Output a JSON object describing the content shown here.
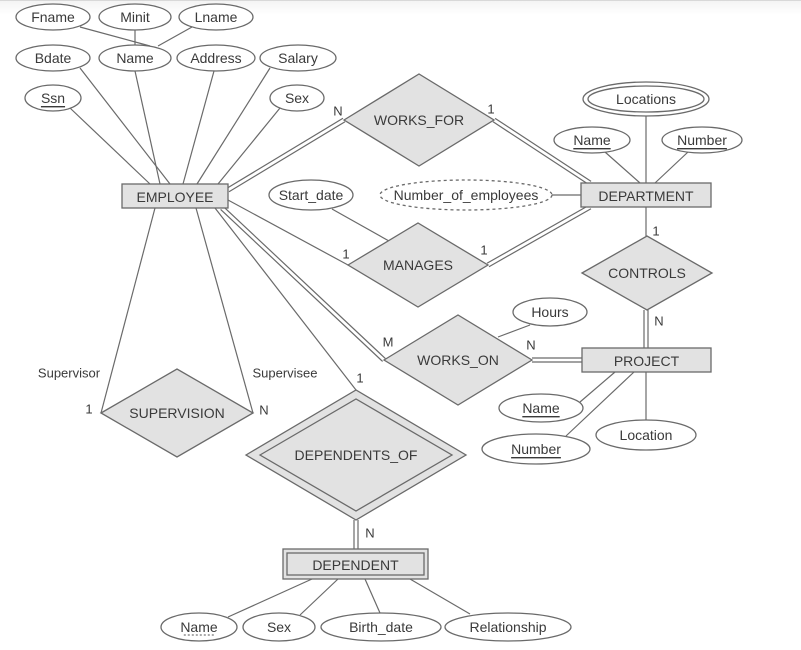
{
  "diagram": {
    "entities": [
      {
        "id": "employee",
        "label": "EMPLOYEE",
        "weak": false
      },
      {
        "id": "department",
        "label": "DEPARTMENT",
        "weak": false
      },
      {
        "id": "project",
        "label": "PROJECT",
        "weak": false
      },
      {
        "id": "dependent",
        "label": "DEPENDENT",
        "weak": true
      }
    ],
    "relationships": [
      {
        "id": "works_for",
        "label": "WORKS_FOR",
        "identifying": false
      },
      {
        "id": "manages",
        "label": "MANAGES",
        "identifying": false
      },
      {
        "id": "works_on",
        "label": "WORKS_ON",
        "identifying": false
      },
      {
        "id": "controls",
        "label": "CONTROLS",
        "identifying": false
      },
      {
        "id": "supervision",
        "label": "SUPERVISION",
        "identifying": false
      },
      {
        "id": "dependents_of",
        "label": "DEPENDENTS_OF",
        "identifying": true
      }
    ],
    "attributes": [
      {
        "id": "emp_fname",
        "label": "Fname",
        "owner": "emp_name",
        "kind": "simple"
      },
      {
        "id": "emp_minit",
        "label": "Minit",
        "owner": "emp_name",
        "kind": "simple"
      },
      {
        "id": "emp_lname",
        "label": "Lname",
        "owner": "emp_name",
        "kind": "simple"
      },
      {
        "id": "emp_bdate",
        "label": "Bdate",
        "owner": "employee",
        "kind": "simple"
      },
      {
        "id": "emp_name",
        "label": "Name",
        "owner": "employee",
        "kind": "composite"
      },
      {
        "id": "emp_address",
        "label": "Address",
        "owner": "employee",
        "kind": "simple"
      },
      {
        "id": "emp_salary",
        "label": "Salary",
        "owner": "employee",
        "kind": "simple"
      },
      {
        "id": "emp_ssn",
        "label": "Ssn",
        "owner": "employee",
        "kind": "key"
      },
      {
        "id": "emp_sex",
        "label": "Sex",
        "owner": "employee",
        "kind": "simple"
      },
      {
        "id": "dept_locations",
        "label": "Locations",
        "owner": "department",
        "kind": "multivalued"
      },
      {
        "id": "dept_name",
        "label": "Name",
        "owner": "department",
        "kind": "key"
      },
      {
        "id": "dept_number",
        "label": "Number",
        "owner": "department",
        "kind": "key"
      },
      {
        "id": "dept_num_emp",
        "label": "Number_of_employees",
        "owner": "department",
        "kind": "derived"
      },
      {
        "id": "mgr_start_date",
        "label": "Start_date",
        "owner": "manages",
        "kind": "simple"
      },
      {
        "id": "wo_hours",
        "label": "Hours",
        "owner": "works_on",
        "kind": "simple"
      },
      {
        "id": "proj_name",
        "label": "Name",
        "owner": "project",
        "kind": "key"
      },
      {
        "id": "proj_number",
        "label": "Number",
        "owner": "project",
        "kind": "key"
      },
      {
        "id": "proj_location",
        "label": "Location",
        "owner": "project",
        "kind": "simple"
      },
      {
        "id": "dep_name",
        "label": "Name",
        "owner": "dependent",
        "kind": "partial-key"
      },
      {
        "id": "dep_sex",
        "label": "Sex",
        "owner": "dependent",
        "kind": "simple"
      },
      {
        "id": "dep_birth_date",
        "label": "Birth_date",
        "owner": "dependent",
        "kind": "simple"
      },
      {
        "id": "dep_relationship",
        "label": "Relationship",
        "owner": "dependent",
        "kind": "simple"
      }
    ],
    "cardinalities": [
      {
        "id": "wf_emp",
        "label": "N"
      },
      {
        "id": "wf_dept",
        "label": "1"
      },
      {
        "id": "mg_emp",
        "label": "1"
      },
      {
        "id": "mg_dept",
        "label": "1"
      },
      {
        "id": "wo_emp",
        "label": "M"
      },
      {
        "id": "wo_proj",
        "label": "N"
      },
      {
        "id": "ct_dept",
        "label": "1"
      },
      {
        "id": "ct_proj",
        "label": "N"
      },
      {
        "id": "sv_sup",
        "label": "1"
      },
      {
        "id": "sv_sub",
        "label": "N"
      },
      {
        "id": "do_emp",
        "label": "1"
      },
      {
        "id": "do_dep",
        "label": "N"
      }
    ],
    "roles": [
      {
        "id": "supervisor",
        "label": "Supervisor"
      },
      {
        "id": "supervisee",
        "label": "Supervisee"
      }
    ]
  }
}
